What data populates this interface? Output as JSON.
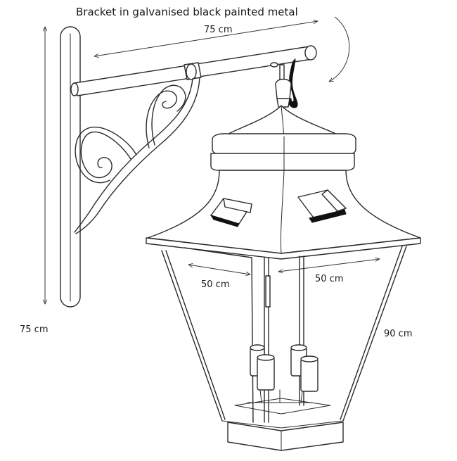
{
  "title": "Bracket in galvanised black painted metal",
  "dimensions": {
    "bracket_width": "75 cm",
    "bracket_height": "75 cm",
    "lantern_width_left": "50 cm",
    "lantern_width_right": "50 cm",
    "lantern_height": "90 cm"
  },
  "colors": {
    "line": "#2a2a2a",
    "hook": "#111111",
    "background": "#ffffff"
  }
}
